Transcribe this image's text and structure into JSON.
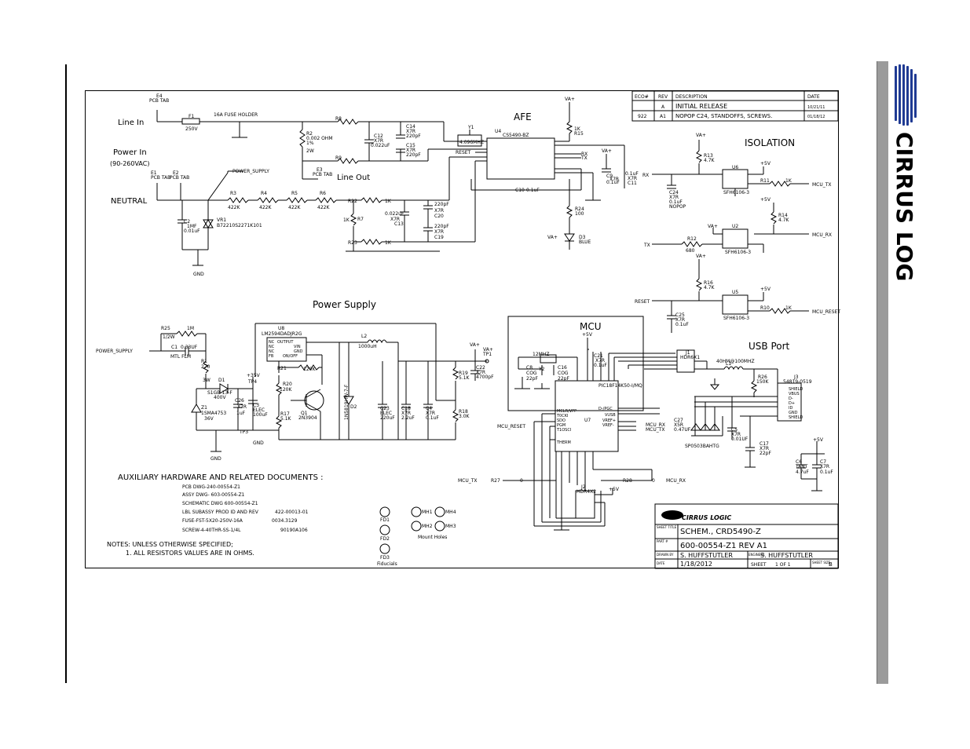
{
  "brand": {
    "logo_text": "CIRRUS LOGIC"
  },
  "sections": {
    "afe": "AFE",
    "isolation": "ISOLATION",
    "power_supply": "Power Supply",
    "mcu": "MCU",
    "usb_port": "USB Port",
    "line_in": "Line In",
    "power_in": "Power In",
    "power_in_range": "(90-260VAC)",
    "neutral": "NEUTRAL",
    "line_out": "Line Out"
  },
  "revision_table": {
    "headers": [
      "ECO#",
      "REV",
      "DESCRIPTION",
      "DATE"
    ],
    "rows": [
      [
        "",
        "A",
        "INITIAL RELEASE",
        "10/21/11"
      ],
      [
        "922",
        "A1",
        "NOPOP C24, STANDOFFS, SCREWS.",
        "01/18/12"
      ]
    ]
  },
  "parts": {
    "e4": "E4",
    "pcb_tab": "PCB TAB",
    "f1": "F1",
    "f1_rating": "250V",
    "fuse_holder": "16A FUSE HOLDER",
    "r8": "R8",
    "r9": "R9",
    "r2": "R2",
    "r2_val": "0.002 OHM",
    "r2_tol": "1%",
    "r2_pow": "2W",
    "c12": "C12",
    "c12_type": "X7R",
    "c12_val": "0.022uF",
    "c14": "C14",
    "c14_type": "X7R",
    "c14_val": "220pF",
    "c15": "C15",
    "c15_type": "X7R",
    "c15_val": "220pF",
    "y1": "Y1",
    "y1_val": "4.096MHZ",
    "u4": "U4",
    "u4_part": "CS5490-BZ",
    "reset": "RESET",
    "rx": "RX",
    "tx": "TX",
    "vap": "VA+",
    "r15": "R15",
    "r15_val": "1K",
    "c9": "C9",
    "c9_val": "0.1uF",
    "c11": "C11",
    "c11_val": "0.1uF",
    "x7r": "X7R",
    "c10": "C10",
    "c10_val": "0.1uF",
    "e1": "E1",
    "e2": "E2",
    "e3": "E3",
    "power_supply_net": "POWER_SUPPLY",
    "r3": "R3",
    "r4": "R4",
    "r5": "R5",
    "r6": "R6",
    "r422": "422K",
    "r22": "R22",
    "r23": "R23",
    "r7": "R7",
    "r7_val": "1K",
    "r_1k": "1K",
    "c13": "C13",
    "c13_val": "0.022uF",
    "c20": "C20",
    "c20_val": "220pF",
    "c19": "C19",
    "c19_val": "220pF",
    "r24": "R24",
    "r24_val": "100",
    "d3": "D3",
    "d3_val": "BLUE",
    "c2": "C2",
    "c2_val": "1MF",
    "c2_val2": "0.01uF",
    "vr1": "VR1",
    "vr1_val": "B72210S2271K101",
    "gnd": "GND",
    "r13": "R13",
    "r13_val": "4.7K",
    "u6": "U6",
    "c24": "C24",
    "c24_val": "0.1uF",
    "nopop": "NOPOP",
    "sfh": "SFH6106-3",
    "r11": "R11",
    "r11_val": "1K",
    "mcu_tx": "MCU_TX",
    "p5v": "+5V",
    "r14": "R14",
    "r14_val": "4.7K",
    "u2": "U2",
    "mcu_rx": "MCU_RX",
    "r12": "R12",
    "r12_val": "680",
    "r16": "R16",
    "r16_val": "4.7K",
    "u5": "U5",
    "c25": "C25",
    "c25_val": "0.1uF",
    "r10": "R10",
    "mcu_reset": "MCU_RESET",
    "r25": "R25",
    "r25_val": "1M",
    "r25_pow": "1/2W",
    "c1": "C1",
    "c1_val": "0.33UF",
    "c1_type": "MTL FLM",
    "r1": "R1",
    "r1_val": "270",
    "r1_pow": "3W",
    "d1": "D1",
    "d1_part": "S1GB-13-F",
    "d1_v": "400V",
    "z1": "Z1",
    "z1_part": "1SMA4753",
    "z1_v": "36V",
    "c26": "C26",
    "c26_val": "1uF",
    "c3": "C3",
    "c3_type": "ELEC",
    "c3_val": "100uF",
    "tp3": "TP3",
    "tp4": "TP4",
    "p35v": "+35V",
    "u8": "U8",
    "u8_part": "LM2594DADJR2G",
    "nc": "NC",
    "output": "OUTPUT",
    "vin": "VIN",
    "fb": "FB",
    "onoff": "ON/OFF",
    "r20": "R20",
    "r20_val": "120K",
    "r21": "R21",
    "r21_val": "120K",
    "q1": "Q1",
    "q1_part": "2N3904",
    "r17": "R17",
    "r17_val": "5.1K",
    "d2": "D2",
    "d2_part": "1N5819HW-7-F",
    "l2": "L2",
    "l2_val": "1000uH",
    "c23": "C23",
    "c23_val": "220uF",
    "c18": "C18",
    "c18_val": "2.2uF",
    "c4": "C4",
    "c4_val": "0.1uF",
    "r19": "R19",
    "r19_val": "5.1K",
    "r18": "R18",
    "r18_val": "3.0K",
    "c22": "C22",
    "c22_val": "4700pF",
    "tp1": "TP1",
    "y2": "Y2",
    "y2_val": "12MHZ",
    "c8": "C8",
    "c8_val": "22pF",
    "c16": "C16",
    "c16_val": "22pF",
    "cog": "COG",
    "c21": "C21",
    "c21_val": "0.1uF",
    "u7": "U7",
    "u7_part": "PIC18F14K50-I/MQ",
    "mclr": "MCLR/VPP",
    "t0ck": "T0CKI",
    "sdo": "SDO",
    "pgm": "PGM",
    "t1osc": "T1OSCI",
    "therm": "THERM",
    "dminus": "D-/PGC",
    "vusb": "VUSB",
    "vref_p": "VREF+",
    "vref_m": "VREF-",
    "j1": "J1",
    "j1_part": "HDR6X1",
    "l1": "L1",
    "l1_val": "40HM@100MHZ",
    "r26": "R26",
    "r26_val": "150K",
    "j3": "J3",
    "j3_part": "54819-0519",
    "shield": "SHIELD",
    "vbus": "VBUS",
    "dm": "D-",
    "dp": "D+",
    "id": "ID",
    "c27": "C27",
    "c27_val": "0.47UF",
    "c27_type": "X5R",
    "c5": "C5",
    "c5_val": "0.01UF",
    "spd": "SP0503BAHTG",
    "c17": "C17",
    "c17_val": "22pF",
    "c6": "C6",
    "c6_val": "4.7uF",
    "c6_type": "TANT",
    "c7": "C7",
    "c7_val": "0.1uF",
    "r27": "R27",
    "r28": "R28",
    "r_0": "0",
    "j2": "J2",
    "j2_part": "HDR4X2",
    "fd1": "FD1",
    "fd2": "FD2",
    "fd3": "FD3",
    "mh1": "MH1",
    "mh2": "MH2",
    "mh3": "MH3",
    "mh4": "MH4",
    "mount_holes": "Mount Holes",
    "fiducials": "Fiducials"
  },
  "auxiliary": {
    "title": "AUXILIARY HARDWARE AND RELATED DOCUMENTS :",
    "items": [
      [
        "PCB DWG-240-00554-Z1",
        ""
      ],
      [
        "ASSY DWG- 603-00554-Z1",
        ""
      ],
      [
        "SCHEMATIC DWG 600-00554-Z1",
        ""
      ],
      [
        "LBL SUBASSY PROD ID AND REV",
        "422-00013-01"
      ],
      [
        "FUSE-FST-5X20-250V-16A",
        "0034.3129"
      ],
      [
        "SCREW-4-40THR-SS-1/4L",
        "90190A106"
      ]
    ]
  },
  "notes": {
    "line1": "NOTES: UNLESS OTHERWISE SPECIFIED;",
    "line2": "1.   ALL RESISTORS VALUES ARE IN OHMS."
  },
  "title_block": {
    "logo": "CIRRUS LOGIC",
    "sheet_title_label": "SHEET TITLE",
    "sheet_title": "SCHEM., CRD5490-Z",
    "part_label": "PART #",
    "part": "600-00554-Z1 REV A1",
    "drawn_label": "DRAWN BY",
    "drawn": "S. HUFFSTUTLER",
    "engineer_label": "ENGINEER",
    "engineer": "S. HUFFSTUTLER",
    "date_label": "DATE",
    "date": "1/18/2012",
    "sheet_label": "SHEET",
    "sheet": "1 OF 1",
    "size_label": "SHEET SIZE",
    "size": "B"
  }
}
